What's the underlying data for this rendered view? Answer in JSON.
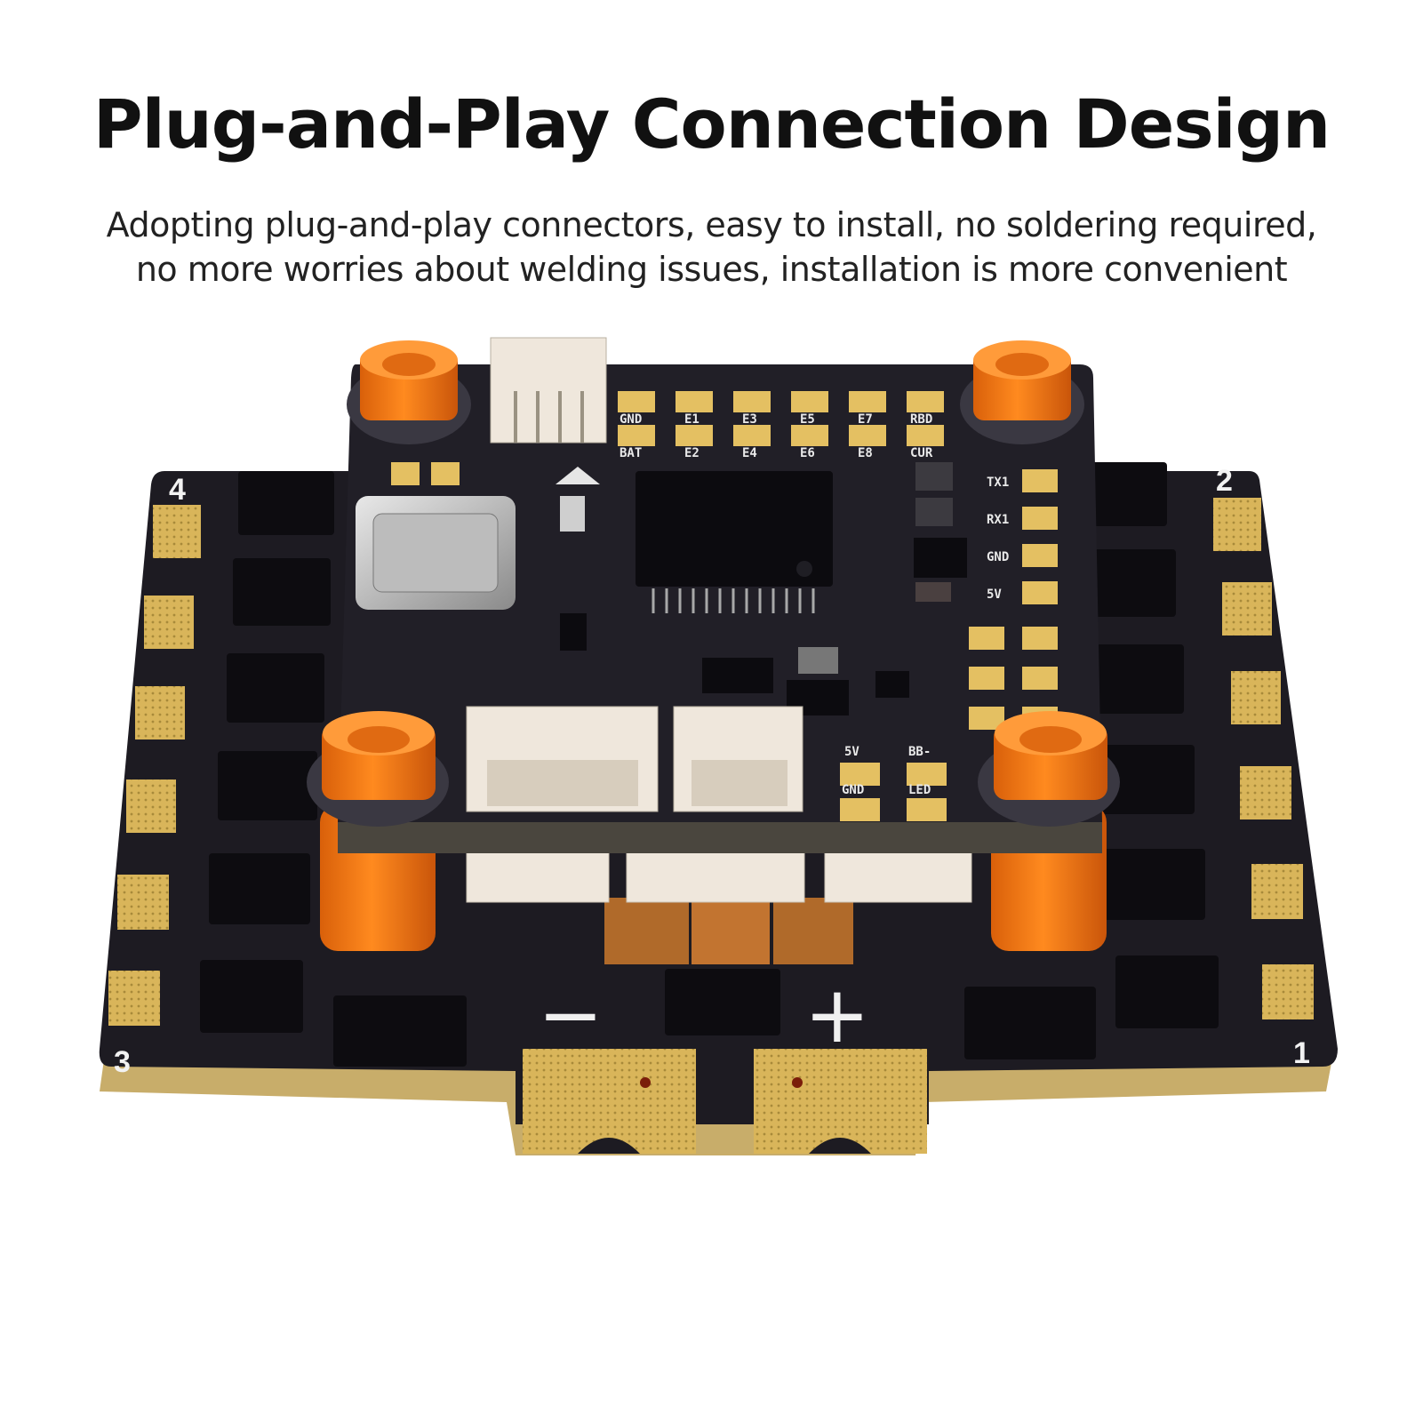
{
  "headline": "Plug-and-Play Connection Design",
  "subtitle_lines": [
    "Adopting plug-and-play connectors, easy to install, no soldering required,",
    "no more worries about welding issues, installation is more convenient"
  ],
  "board": {
    "motor_numbers": [
      "4",
      "2",
      "3",
      "1"
    ],
    "power_symbols": [
      "−",
      "+"
    ],
    "pad_labels_top": [
      "GND",
      "E1",
      "E3",
      "E5",
      "E7",
      "RBD",
      "BAT",
      "E2",
      "E4",
      "E6",
      "E8",
      "CUR"
    ],
    "pad_labels_right": [
      "TX1",
      "RX1",
      "GND",
      "5V"
    ],
    "pad_labels_bottom": [
      "5V",
      "BB-",
      "GND",
      "LED"
    ],
    "colors": {
      "pcb": "#1d1b22",
      "gold": "#d9b55a",
      "orange": "#f07a12",
      "connector": "#efe7dc"
    }
  }
}
